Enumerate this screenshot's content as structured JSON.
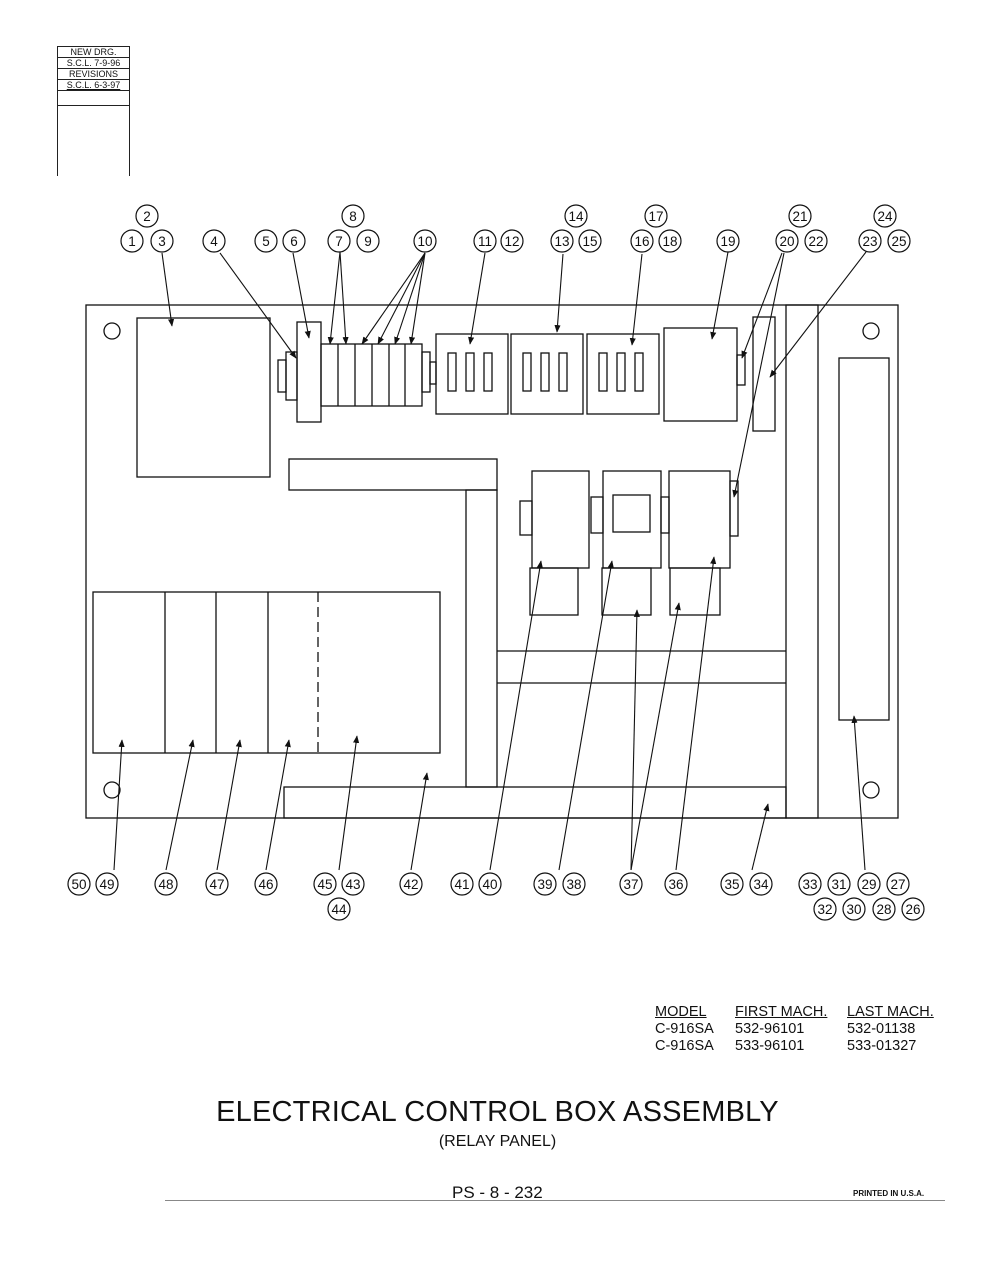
{
  "revision_block": {
    "new_drg_label": "NEW DRG.",
    "new_drg_entry": "S.C.L. 7-9-96",
    "revisions_label": "REVISIONS",
    "revision_entry": "S.C.L. 6-3-97"
  },
  "callouts": {
    "c1": "1",
    "c2": "2",
    "c3": "3",
    "c4": "4",
    "c5": "5",
    "c6": "6",
    "c7": "7",
    "c8": "8",
    "c9": "9",
    "c10": "10",
    "c11": "11",
    "c12": "12",
    "c13": "13",
    "c14": "14",
    "c15": "15",
    "c16": "16",
    "c17": "17",
    "c18": "18",
    "c19": "19",
    "c20": "20",
    "c21": "21",
    "c22": "22",
    "c23": "23",
    "c24": "24",
    "c25": "25",
    "c26": "26",
    "c27": "27",
    "c28": "28",
    "c29": "29",
    "c30": "30",
    "c31": "31",
    "c32": "32",
    "c33": "33",
    "c34": "34",
    "c35": "35",
    "c36": "36",
    "c37": "37",
    "c38": "38",
    "c39": "39",
    "c40": "40",
    "c41": "41",
    "c42": "42",
    "c43": "43",
    "c44": "44",
    "c45": "45",
    "c46": "46",
    "c47": "47",
    "c48": "48",
    "c49": "49",
    "c50": "50"
  },
  "model_table": {
    "headers": [
      "MODEL",
      "FIRST MACH.",
      "LAST MACH."
    ],
    "rows": [
      [
        "C-916SA",
        "532-96101",
        "532-01138"
      ],
      [
        "C-916SA",
        "533-96101",
        "533-01327"
      ]
    ]
  },
  "title": "ELECTRICAL CONTROL BOX ASSEMBLY",
  "subtitle": "(RELAY PANEL)",
  "page_number": "PS - 8 - 232",
  "printed": "PRINTED IN U.S.A."
}
